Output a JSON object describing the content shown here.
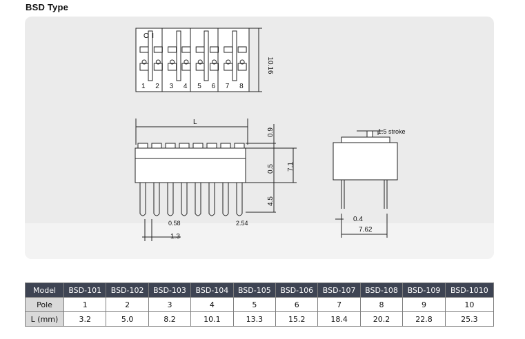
{
  "page_title": "BSD Type",
  "drawing": {
    "label_on": "ON",
    "switch_numbers": [
      "1",
      "2",
      "3",
      "4",
      "5",
      "6",
      "7",
      "8"
    ],
    "dim_top_height": "10.16",
    "dim_length": "L",
    "dim_09": "0.9",
    "dim_05": "0.5",
    "dim_71": "7.1",
    "dim_45": "4.5",
    "dim_058": "0.58",
    "dim_254": "2.54",
    "dim_13": "1.3",
    "dim_stroke": "1.5 stroke",
    "dim_04": "0.4",
    "dim_762": "7.62"
  },
  "table": {
    "header_label": "Model",
    "models": [
      "BSD-101",
      "BSD-102",
      "BSD-103",
      "BSD-104",
      "BSD-105",
      "BSD-106",
      "BSD-107",
      "BSD-108",
      "BSD-109",
      "BSD-1010"
    ],
    "pole_label": "Pole",
    "poles": [
      "1",
      "2",
      "3",
      "4",
      "5",
      "6",
      "7",
      "8",
      "9",
      "10"
    ],
    "length_label": "L (mm)",
    "lengths": [
      "3.2",
      "5.0",
      "8.2",
      "10.1",
      "13.3",
      "15.2",
      "18.4",
      "20.2",
      "22.8",
      "25.3"
    ]
  }
}
